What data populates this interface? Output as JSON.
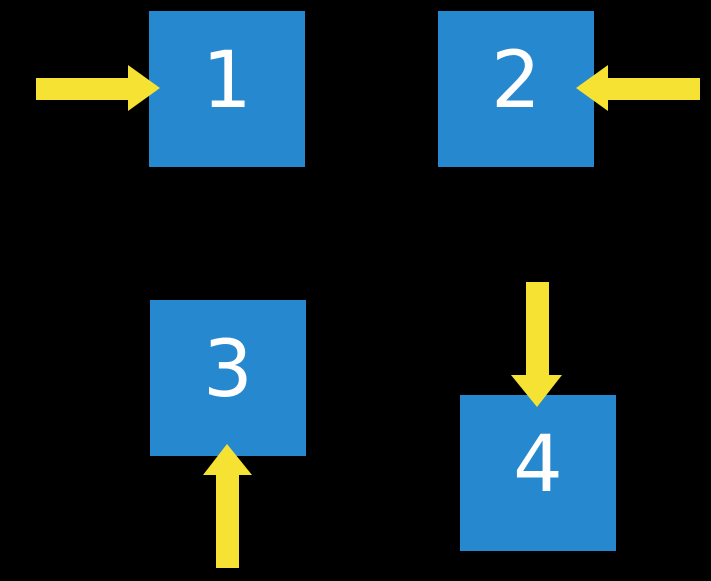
{
  "colors": {
    "background": "#000000",
    "square_blue": "#2688ce",
    "arrow_yellow": "#f6e232",
    "label_white": "#ffffff"
  },
  "diagram": {
    "type": "shapes-and-arrows",
    "squares": [
      {
        "label": "1",
        "position": "top-left",
        "arrow": "arrow-right-icon",
        "arrow_points_from": "left"
      },
      {
        "label": "2",
        "position": "top-right",
        "arrow": "arrow-left-icon",
        "arrow_points_from": "right"
      },
      {
        "label": "3",
        "position": "bottom-left",
        "arrow": "arrow-up-icon",
        "arrow_points_from": "below"
      },
      {
        "label": "4",
        "position": "bottom-right",
        "arrow": "arrow-down-icon",
        "arrow_points_from": "above"
      }
    ]
  }
}
